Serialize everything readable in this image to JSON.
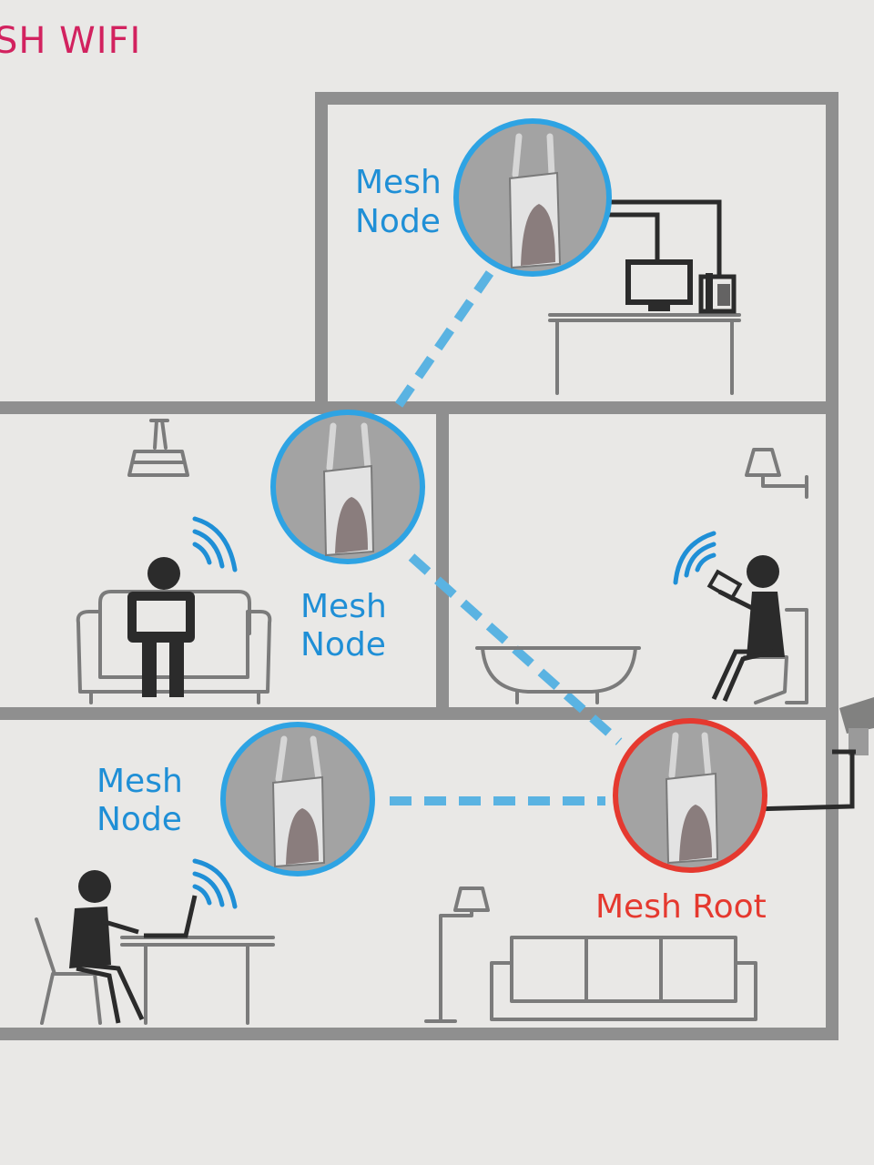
{
  "heading": "SH WIFI",
  "nodes": {
    "top": {
      "label_line1": "Mesh",
      "label_line2": "Node"
    },
    "middle": {
      "label_line1": "Mesh",
      "label_line2": "Node"
    },
    "bottom": {
      "label_line1": "Mesh",
      "label_line2": "Node"
    },
    "root": {
      "label": "Mesh Root"
    }
  },
  "colors": {
    "node_ring": "#2ea3e3",
    "root_ring": "#e5392f",
    "mesh_link": "#5ab3e2",
    "heading": "#d2225f"
  }
}
